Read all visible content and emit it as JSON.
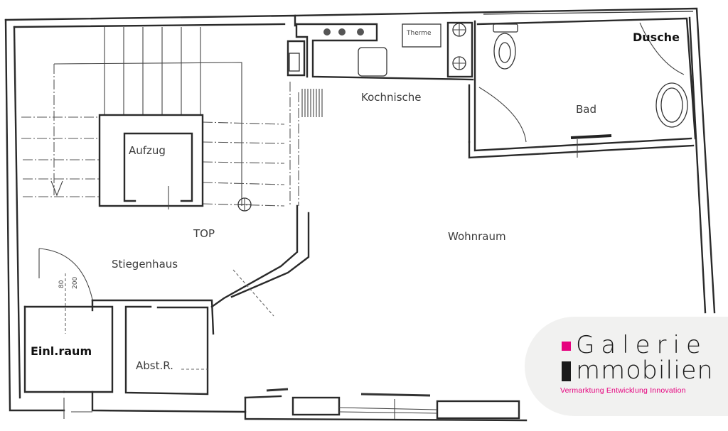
{
  "plan": {
    "rooms": {
      "kochnische": "Kochnische",
      "bad": "Bad",
      "dusche": "Dusche",
      "aufzug": "Aufzug",
      "top": "TOP",
      "stiegenhaus": "Stiegenhaus",
      "wohnraum": "Wohnraum",
      "einlraum": "Einl.raum",
      "abstr": "Abst.R."
    },
    "fixtures": {
      "therme": "Therme"
    },
    "dimensions": {
      "door_width": "80",
      "door_height": "200"
    },
    "colors": {
      "wall": "#2a2a2a",
      "background": "#ffffff"
    }
  },
  "logo": {
    "line1": "Galerie",
    "line2": "mmobilien",
    "tagline": "Vermarktung  Entwicklung  Innovation",
    "colors": {
      "accent": "#e6007e",
      "dark": "#1a1a1a",
      "badge_bg": "#f1f1f0"
    }
  }
}
